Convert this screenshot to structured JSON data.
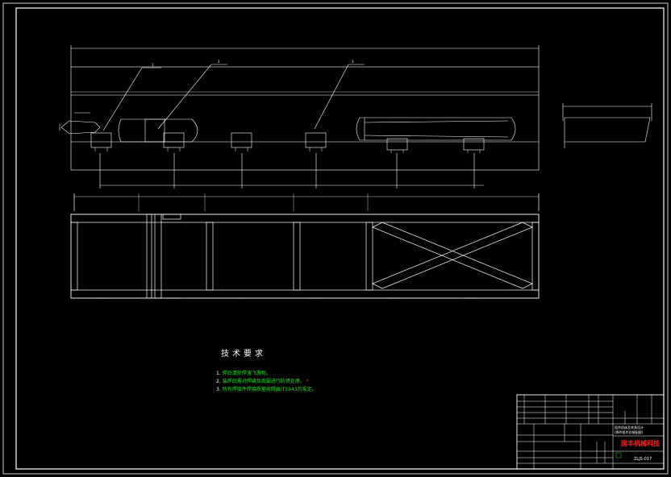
{
  "drawing": {
    "balloons": [
      "1",
      "2",
      "3"
    ],
    "technical_requirements": {
      "title": "技术要求",
      "items": [
        {
          "num": "1.",
          "text": "焊后清除焊渣飞溅物。"
        },
        {
          "num": "2.",
          "text": "装焊后需对焊缝及周围进行防锈处理。",
          "mark": "*"
        },
        {
          "num": "3.",
          "text": "所有焊接件焊接质量按照JB/T5943的规定。"
        }
      ]
    },
    "title_block": {
      "title_red": "国丰机械科技",
      "drawing_no": "ZLJS-017",
      "desc_line1": "组合机床及夹具设计",
      "desc_line2": "(焊件组件总装配图)"
    }
  },
  "colors": {
    "background": "#000000",
    "line": "#ffffff",
    "notes": "#21e021",
    "accent": "#ff2020"
  }
}
